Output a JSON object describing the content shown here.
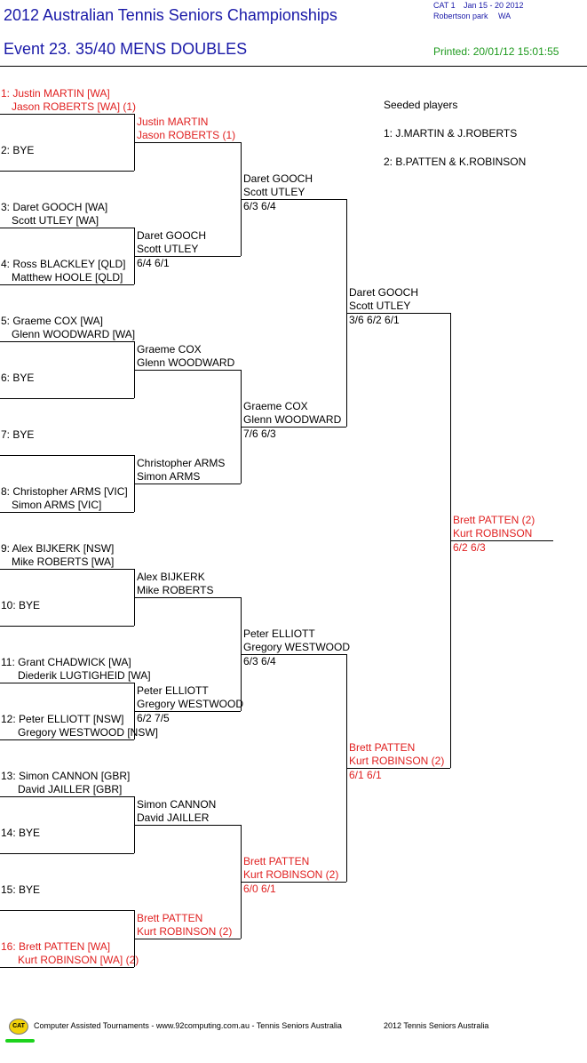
{
  "header": {
    "title": "2012 Australian Tennis Seniors Championships",
    "event": "Event 23. 35/40 MENS DOUBLES",
    "category": "CAT 1",
    "dates": "Jan 15 - 20 2012",
    "venue": "Robertson park",
    "state": "WA",
    "printed": "Printed: 20/01/12 15:01:55"
  },
  "seeds": {
    "heading": "Seeded players",
    "list": [
      "1: J.MARTIN & J.ROBERTS",
      "2: B.PATTEN & K.ROBINSON"
    ]
  },
  "round1": [
    {
      "l1": "1: Justin MARTIN [WA]",
      "l2": "Jason ROBERTS [WA] (1)",
      "seeded": true
    },
    {
      "l1": "2: BYE",
      "l2": ""
    },
    {
      "l1": "3: Daret GOOCH [WA]",
      "l2": "Scott UTLEY [WA]"
    },
    {
      "l1": "4: Ross BLACKLEY [QLD]",
      "l2": "Matthew HOOLE [QLD]"
    },
    {
      "l1": "5: Graeme COX [WA]",
      "l2": "Glenn WOODWARD [WA]"
    },
    {
      "l1": "6: BYE",
      "l2": ""
    },
    {
      "l1": "7: BYE",
      "l2": ""
    },
    {
      "l1": "8: Christopher ARMS [VIC]",
      "l2": "Simon ARMS [VIC]"
    },
    {
      "l1": "9: Alex BIJKERK [NSW]",
      "l2": "Mike ROBERTS [WA]"
    },
    {
      "l1": "10: BYE",
      "l2": ""
    },
    {
      "l1": "11: Grant CHADWICK [WA]",
      "l2": "Diederik LUGTIGHEID [WA]"
    },
    {
      "l1": "12: Peter ELLIOTT [NSW]",
      "l2": "Gregory WESTWOOD [NSW]"
    },
    {
      "l1": "13: Simon CANNON [GBR]",
      "l2": "David JAILLER [GBR]"
    },
    {
      "l1": "14: BYE",
      "l2": ""
    },
    {
      "l1": "15: BYE",
      "l2": ""
    },
    {
      "l1": "16: Brett PATTEN [WA]",
      "l2": "Kurt ROBINSON [WA] (2)",
      "seeded": true
    }
  ],
  "round2": [
    {
      "l1": "Justin MARTIN",
      "l2": "Jason ROBERTS (1)",
      "score": "",
      "seeded": true
    },
    {
      "l1": "Daret GOOCH",
      "l2": "Scott UTLEY",
      "score": "6/4 6/1"
    },
    {
      "l1": "Graeme COX",
      "l2": "Glenn WOODWARD",
      "score": ""
    },
    {
      "l1": "Christopher ARMS",
      "l2": "Simon ARMS",
      "score": ""
    },
    {
      "l1": "Alex BIJKERK",
      "l2": "Mike ROBERTS",
      "score": ""
    },
    {
      "l1": "Peter ELLIOTT",
      "l2": "Gregory WESTWOOD",
      "score": "6/2 7/5"
    },
    {
      "l1": "Simon CANNON",
      "l2": "David JAILLER",
      "score": ""
    },
    {
      "l1": "Brett PATTEN",
      "l2": "Kurt ROBINSON (2)",
      "score": "",
      "seeded": true
    }
  ],
  "round3": [
    {
      "l1": "Daret GOOCH",
      "l2": "Scott UTLEY",
      "score": "6/3 6/4"
    },
    {
      "l1": "Graeme COX",
      "l2": "Glenn WOODWARD",
      "score": "7/6 6/3"
    },
    {
      "l1": "Peter ELLIOTT",
      "l2": "Gregory WESTWOOD",
      "score": "6/3 6/4"
    },
    {
      "l1": "Brett PATTEN",
      "l2": "Kurt ROBINSON (2)",
      "score": "6/0 6/1",
      "seeded": true
    }
  ],
  "round4": [
    {
      "l1": "Daret GOOCH",
      "l2": "Scott UTLEY",
      "score": "3/6 6/2 6/1"
    },
    {
      "l1": "Brett PATTEN",
      "l2": "Kurt ROBINSON (2)",
      "score": "6/1 6/1",
      "seeded": true
    }
  ],
  "winner": {
    "l1": "Brett PATTEN (2)",
    "l2": "Kurt ROBINSON",
    "score": "6/2 6/3",
    "seeded": true
  },
  "footer": {
    "logo": "CAT",
    "credit": "Computer Assisted Tournaments - www.92computing.com.au -  Tennis Seniors Australia",
    "copyright": "2012 Tennis Seniors Australia"
  }
}
